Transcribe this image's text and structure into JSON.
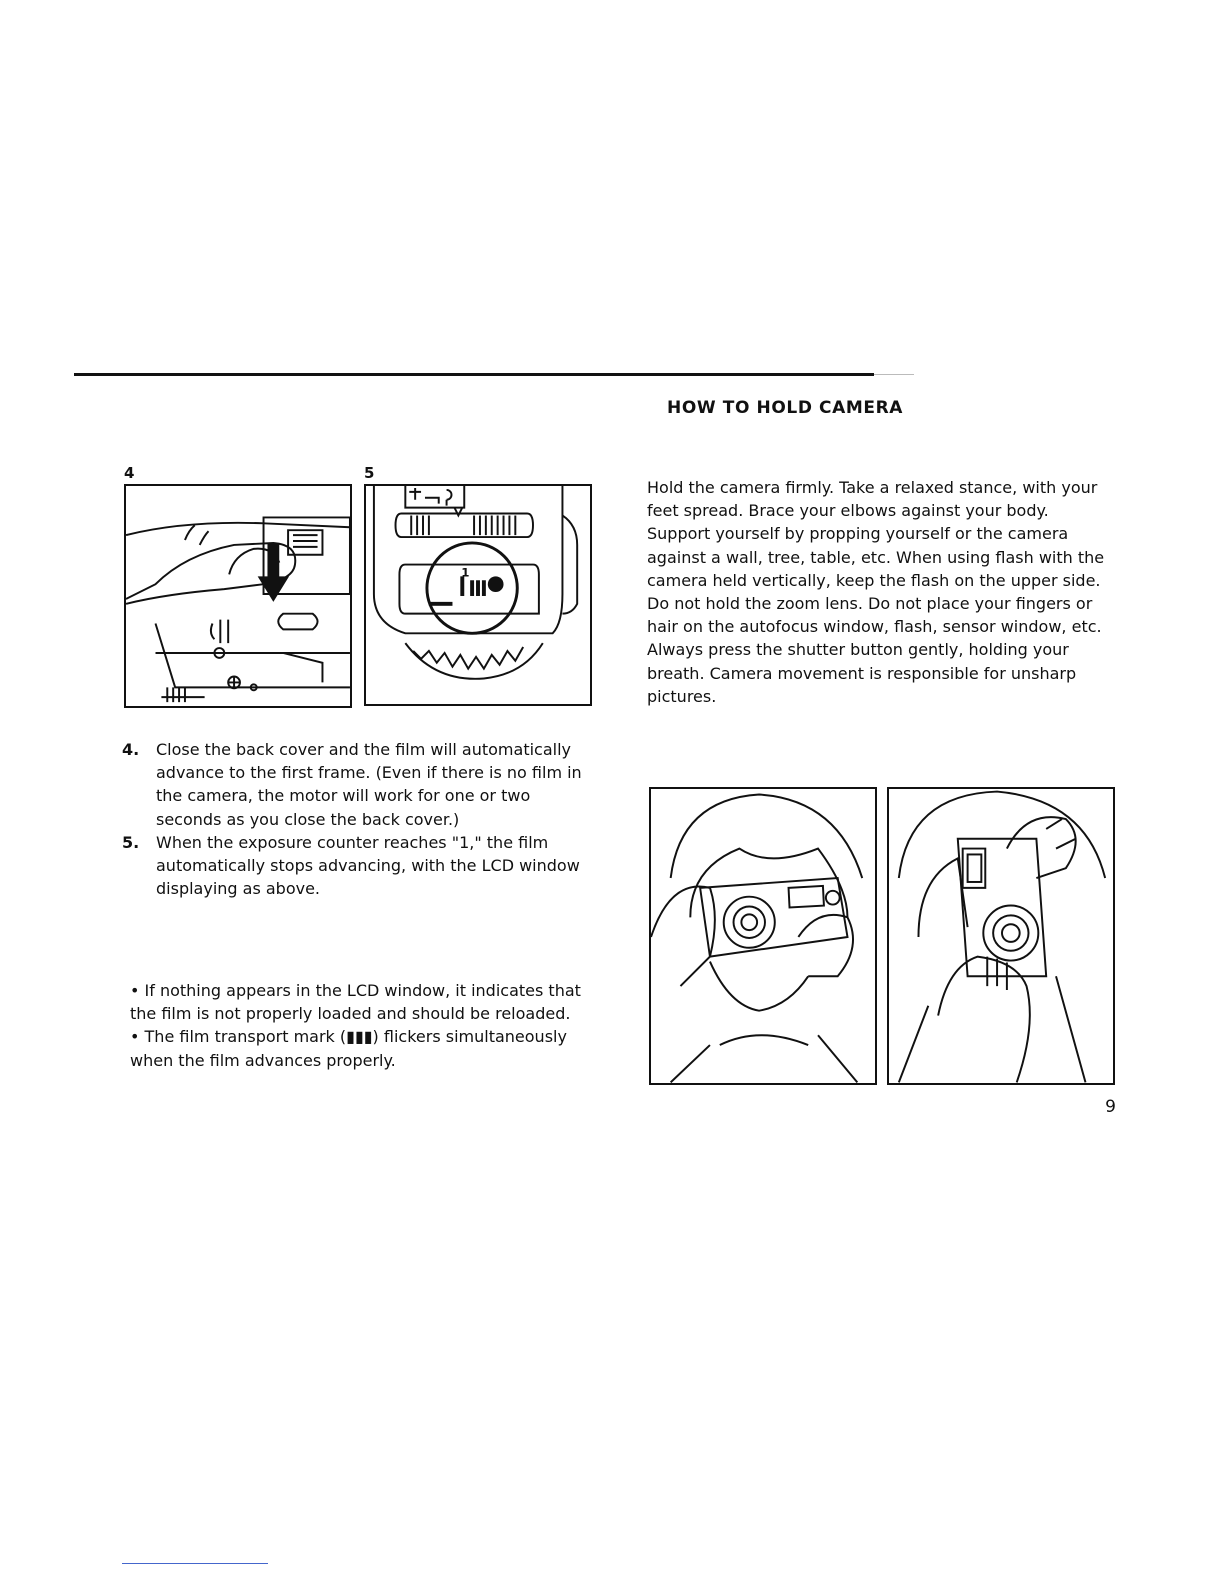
{
  "heading": "HOW TO HOLD CAMERA",
  "figures": {
    "fig4_number": "4",
    "fig5_number": "5"
  },
  "lcd_counter": "1",
  "steps": [
    {
      "number": "4.",
      "text": "Close the back cover and the film will automatically advance to the first frame. (Even if there is no film in the camera, the motor will work for one or two seconds as you close the back cover.)"
    },
    {
      "number": "5.",
      "text": "When the exposure counter reaches \"1,\" the film automatically stops advancing, with the LCD window displaying as above."
    }
  ],
  "notes": [
    "• If nothing appears in the LCD window, it indicates that the film is not properly loaded and should be reloaded.",
    "• The film transport mark (▮▮▮) flickers simultaneously when the film advances properly."
  ],
  "instructions": "Hold the camera firmly. Take a relaxed stance, with your feet spread. Brace your elbows against your body. Support yourself by propping yourself or the camera against a wall, tree, table, etc. When using flash with the camera held vertically, keep the flash on the upper side. Do not hold the zoom lens. Do not place your fingers or hair on the autofocus window, flash, sensor window, etc. Always press the shutter button gently, holding your breath. Camera movement is responsible for unsharp pictures.",
  "page_number": "9"
}
